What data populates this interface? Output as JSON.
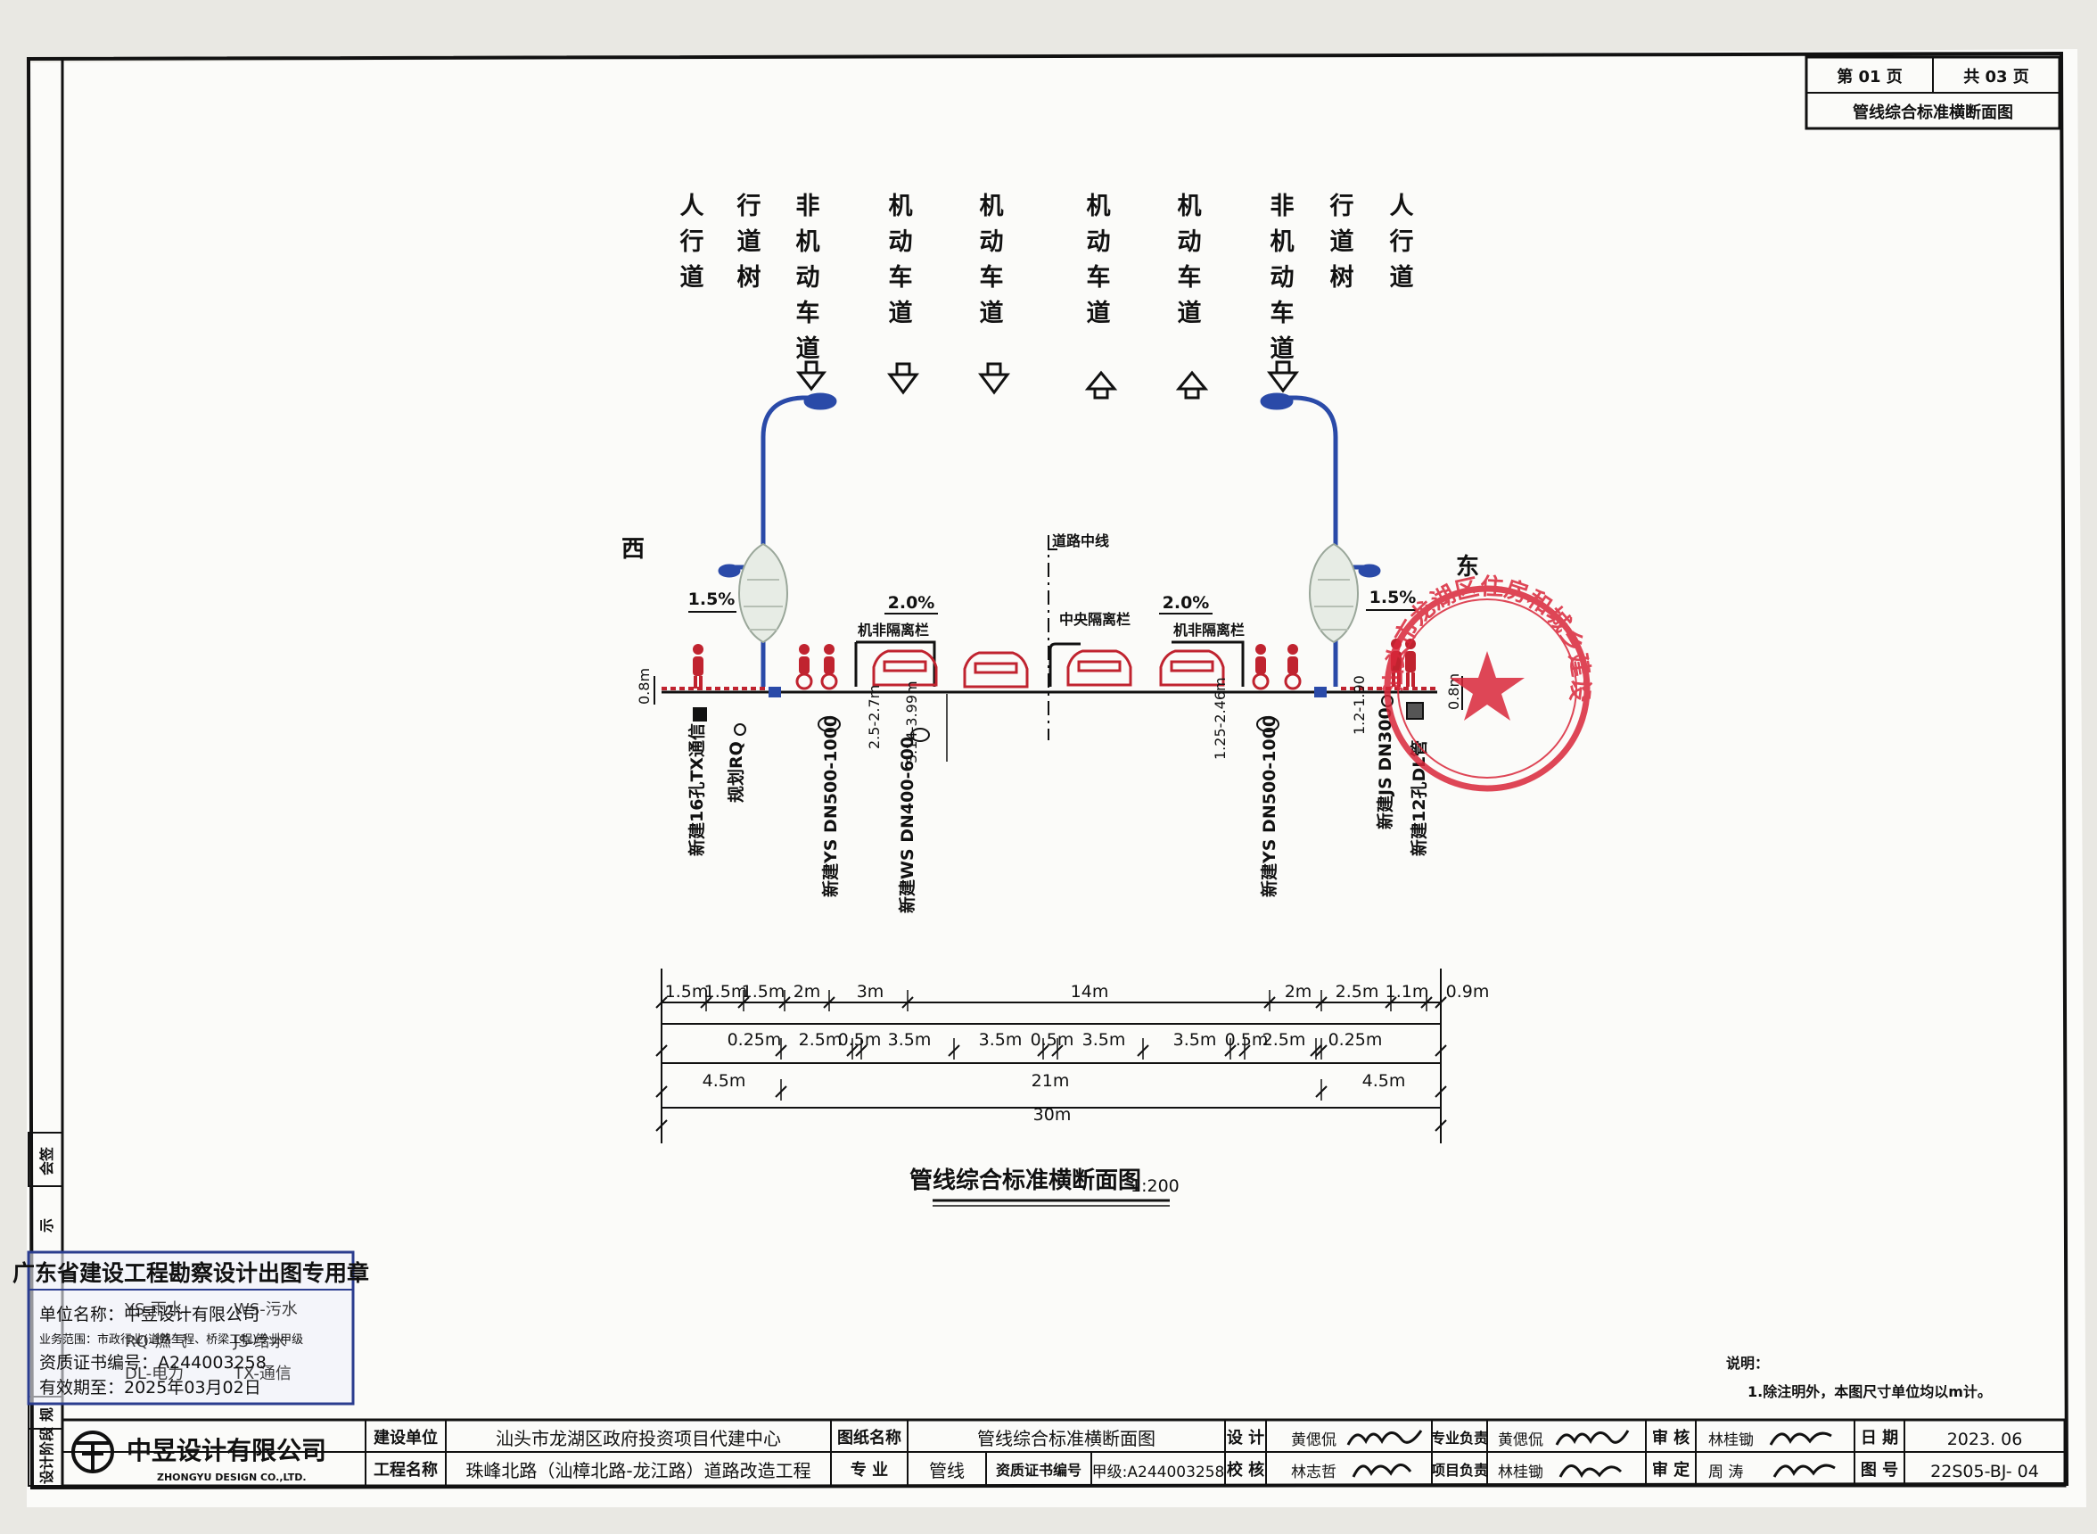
{
  "header_box": {
    "page_no": "第 01 页",
    "total_pages": "共 03 页",
    "sheet_title": "管线综合标准横断面图"
  },
  "lane_labels": [
    "人行道",
    "行道树",
    "非机动车道",
    "机动车道",
    "机动车道",
    "机动车道",
    "机动车道",
    "非机动车道",
    "行道树",
    "人行道"
  ],
  "directions": {
    "west": "西",
    "east": "东"
  },
  "slopes": {
    "left_walk": "1.5%",
    "right_walk": "1.5%",
    "left_road": "2.0%",
    "right_road": "2.0%"
  },
  "annotations": {
    "road_center": "道路中线",
    "median": "中央隔离栏",
    "left_barrier": "机非隔离栏",
    "right_barrier": "机非隔离栏",
    "left_curb_h": "0.8m",
    "right_curb_h": "0.8m",
    "depth_a": "2.5-2.7m",
    "depth_b": "3.14-3.99m",
    "depth_c": "1.25-2.46m",
    "depth_d": "1.2-1.90"
  },
  "pipes": [
    "新建16孔TX通信",
    "规划RQ",
    "新建YS DN500-1000",
    "新建WS DN400-600",
    "新建YS DN500-1000",
    "新建JS DN300",
    "新建12孔DL管"
  ],
  "dimensions": {
    "row1": [
      "1.5m",
      "1.5m",
      "1.5m",
      "2m",
      "3m",
      "14m",
      "2m",
      "2.5m",
      "1.1m",
      "0.9m"
    ],
    "row2": [
      "0.25m",
      "2.5m",
      "0.5m",
      "3.5m",
      "3.5m",
      "0.5m",
      "3.5m",
      "3.5m",
      "0.5m",
      "2.5m",
      "0.25m"
    ],
    "row3": [
      "4.5m",
      "21m",
      "4.5m"
    ],
    "row4": [
      "30m"
    ]
  },
  "drawing_title": "管线综合标准横断面图",
  "drawing_scale": "1:200",
  "notes": {
    "heading": "说明：",
    "line1": "1.除注明外，本图尺寸单位均以m计。"
  },
  "left_side_tabs": [
    "会签",
    "示",
    "规",
    "设计阶段"
  ],
  "stamp_box": {
    "title": "广东省建设工程勘察设计出图专用章",
    "line1": "单位名称：中昱设计有限公司",
    "line2": "业务范围：市政行业(道路工程、桥梁工程)专业甲级",
    "line3": "资质证书编号：A244003258",
    "line4": "有效期至：2025年03月02日",
    "overlay1": "YS-雨水",
    "overlay2": "WS-污水",
    "overlay3": "RQ-燃气",
    "overlay4": "JS-给水",
    "overlay5": "DL-电力",
    "overlay6": "TX-通信"
  },
  "red_seal_text": "汕头市龙湖区住房和城乡建设局",
  "title_block": {
    "company_cn": "中昱设计有限公司",
    "company_en": "ZHONGYU DESIGN CO.,LTD.",
    "build_unit_label": "建设单位",
    "build_unit": "汕头市龙湖区政府投资项目代建中心",
    "project_label": "工程名称",
    "project": "珠峰北路（汕樟北路-龙江路）道路改造工程",
    "drawing_name_label": "图纸名称",
    "drawing_name": "管线综合标准横断面图",
    "major_label": "专  业",
    "major": "管线",
    "cert_label": "资质证书编号",
    "cert": "甲级:A244003258",
    "design_label": "设 计",
    "design": "黄偲侃",
    "check_label": "校 核",
    "check": "林志哲",
    "pro_lead_label": "专业负责",
    "pro_lead": "黄偲侃",
    "proj_lead_label": "项目负责",
    "proj_lead": "林桂锄",
    "review_label": "审 核",
    "review": "林桂锄",
    "approve_label": "审 定",
    "approve": "周 涛",
    "date_label": "日 期",
    "date": "2023. 06",
    "fig_no_label": "图 号",
    "fig_no": "22S05-BJ- 04"
  },
  "colors": {
    "ink": "#111111",
    "seal_red": "#d9273a",
    "stamp_blue": "#2b3d8f",
    "pipe_red": "#c0232f"
  }
}
